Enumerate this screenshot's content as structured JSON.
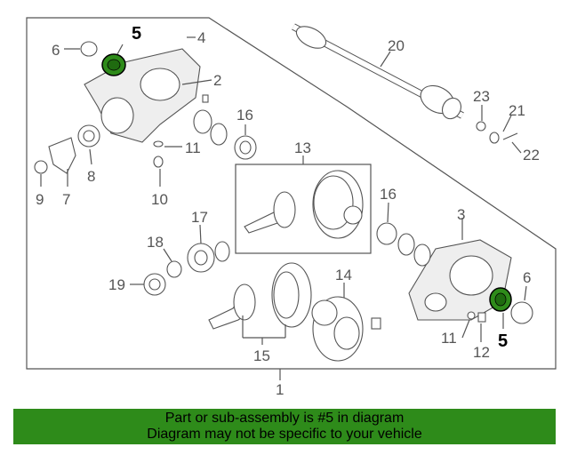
{
  "diagram": {
    "callouts": {
      "c1": "1",
      "c2": "2",
      "c3": "3",
      "c4": "4",
      "c5a": "5",
      "c5b": "5",
      "c6a": "6",
      "c6b": "6",
      "c7": "7",
      "c8": "8",
      "c9": "9",
      "c10": "10",
      "c11a": "11",
      "c11b": "11",
      "c12": "12",
      "c13": "13",
      "c14": "14",
      "c15": "15",
      "c16a": "16",
      "c16b": "16",
      "c17": "17",
      "c18": "18",
      "c19": "19",
      "c20": "20",
      "c21": "21",
      "c22": "22",
      "c23": "23"
    },
    "highlight_color": "#2e8b1a"
  },
  "banner": {
    "line1": "Part or sub-assembly is #5 in diagram",
    "line2": "Diagram may not be specific to your vehicle",
    "color": "#2e8b1a"
  }
}
